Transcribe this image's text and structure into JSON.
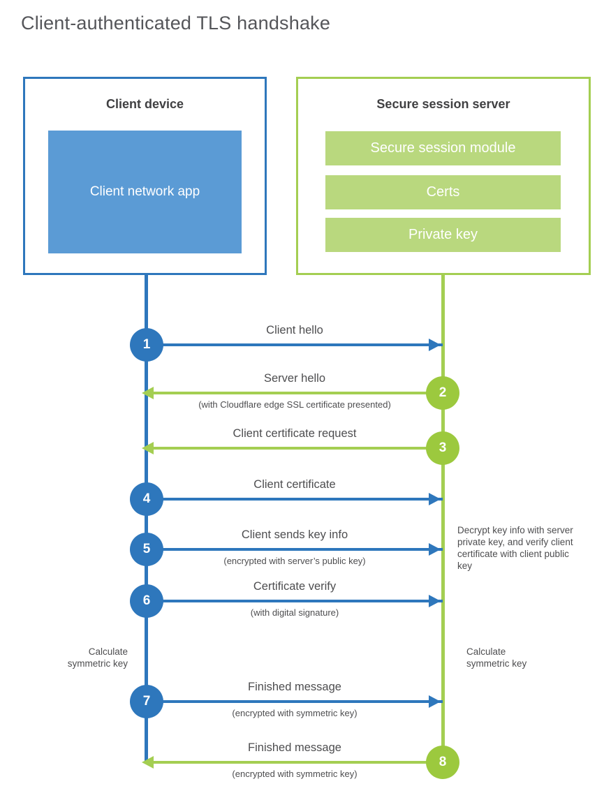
{
  "title": "Client-authenticated TLS handshake",
  "colors": {
    "blue": "#2e77bc",
    "blue_fill": "#5b9bd5",
    "green": "#a4ce52",
    "green_circle": "#9cc93e",
    "green_fill": "#b9d87e",
    "text_dark": "#404042",
    "text_gray": "#4d4d4f",
    "title_gray": "#55565a"
  },
  "client_box": {
    "title": "Client device",
    "inner_label": "Client network app"
  },
  "server_box": {
    "title": "Secure session server",
    "modules": [
      "Secure session module",
      "Certs",
      "Private key"
    ]
  },
  "steps": [
    {
      "num": "1",
      "label": "Client hello",
      "direction": "right",
      "color": "blue"
    },
    {
      "num": "2",
      "label": "Server hello",
      "sublabel": "(with Cloudflare edge SSL certificate presented)",
      "direction": "left",
      "color": "green"
    },
    {
      "num": "3",
      "label": "Client certificate request",
      "direction": "left",
      "color": "green"
    },
    {
      "num": "4",
      "label": "Client certificate",
      "direction": "right",
      "color": "blue"
    },
    {
      "num": "5",
      "label": "Client sends key info",
      "sublabel": "(encrypted with server’s public key)",
      "direction": "right",
      "color": "blue"
    },
    {
      "num": "6",
      "label": "Certificate verify",
      "sublabel": "(with digital signature)",
      "direction": "right",
      "color": "blue"
    },
    {
      "num": "7",
      "label": "Finished message",
      "sublabel": "(encrypted with symmetric key)",
      "direction": "right",
      "color": "blue"
    },
    {
      "num": "8",
      "label": "Finished message",
      "sublabel": "(encrypted with symmetric key)",
      "direction": "left",
      "color": "green"
    }
  ],
  "notes": {
    "decrypt": "Decrypt key info with server private key, and verify client certificate with client public key",
    "calc_left": "Calculate symmetric key",
    "calc_right": "Calculate symmetric key"
  }
}
